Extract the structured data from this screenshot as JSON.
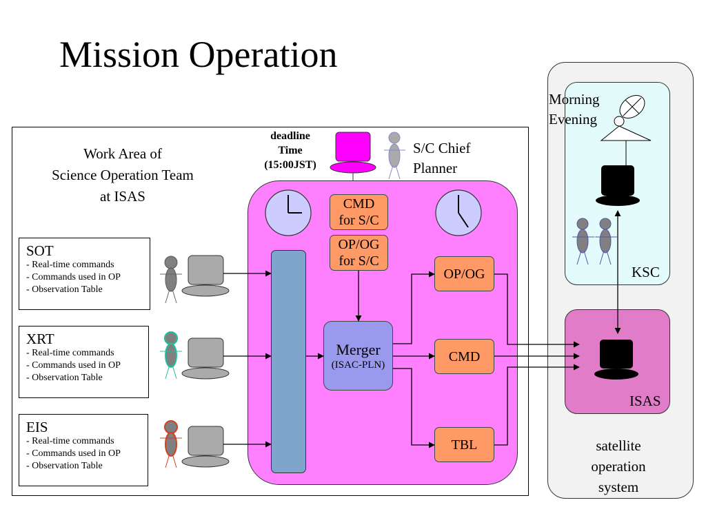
{
  "title": "Mission Operation",
  "work_area": {
    "lines": [
      "Work Area of",
      "Science Operation Team",
      "at ISAS"
    ]
  },
  "teams": [
    {
      "name": "SOT",
      "items": [
        "- Real-time commands",
        "- Commands used  in OP",
        "- Observation Table"
      ],
      "person_color": "#808080"
    },
    {
      "name": "XRT",
      "items": [
        "- Real-time commands",
        "- Commands used in OP",
        "- Observation Table"
      ],
      "person_color": "#20c0a0"
    },
    {
      "name": "EIS",
      "items": [
        "- Real-time commands",
        "- Commands used in OP",
        "- Observation Table"
      ],
      "person_color": "#d04020"
    }
  ],
  "deadline": {
    "lines": [
      "deadline",
      "Time",
      "(15:00JST)"
    ]
  },
  "planner": {
    "lines": [
      "S/C Chief",
      "Planner"
    ]
  },
  "inputs": {
    "cmd_sc": [
      "CMD",
      "for S/C"
    ],
    "opog_sc": [
      "OP/OG",
      "for S/C"
    ]
  },
  "merger": {
    "name": "Merger",
    "sub": "(ISAC-PLN)"
  },
  "outputs": {
    "opog": "OP/OG",
    "cmd": "CMD",
    "tbl": "TBL"
  },
  "ksc": {
    "times": [
      "Morning",
      "Evening"
    ],
    "label": "KSC"
  },
  "isas": {
    "label": "ISAS"
  },
  "satellite_system": {
    "lines": [
      "satellite",
      "operation",
      "system"
    ]
  },
  "colors": {
    "pink_area": "#ff80ff",
    "output_box": "#ff9966",
    "merger": "#9999ee",
    "bar": "#7fa5cc",
    "ksc": "#e3fbfb",
    "isas": "#e07cc8",
    "clock_face": "#ccccff",
    "planner_terminal": "#ff00ff"
  }
}
